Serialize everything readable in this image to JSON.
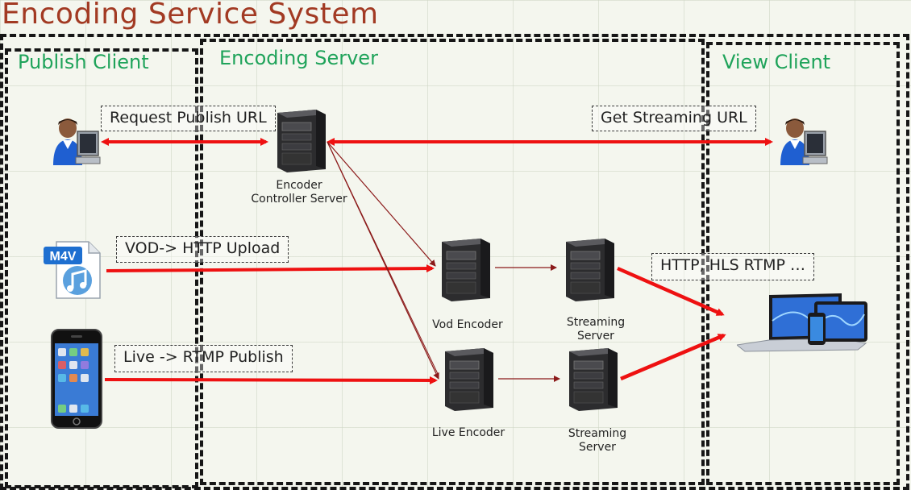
{
  "title": "Encoding Service System",
  "zones": {
    "publish": "Publish Client",
    "server": "Encoding Server",
    "view": "View Client"
  },
  "labels": {
    "request_publish_url": "Request Publish URL",
    "get_streaming_url": "Get Streaming URL",
    "vod_http_upload": "VOD-> HTTP Upload",
    "live_rtmp_publish": "Live -> RTMP Publish",
    "http_hls_rtmp": "HTTP, HLS RTMP …"
  },
  "nodes": {
    "controller": [
      "Encoder",
      "Controller Server"
    ],
    "vod_encoder": "Vod Encoder",
    "live_encoder": "Live Encoder",
    "streaming_server_1": [
      "Streaming",
      "Server"
    ],
    "streaming_server_2": [
      "Streaming",
      "Server"
    ]
  },
  "file_badge": "M4V",
  "colors": {
    "title": "#a23a23",
    "zone_title": "#1fa35a",
    "main_arrow": "#ee1111",
    "thin_arrow": "#8b1a1a"
  }
}
